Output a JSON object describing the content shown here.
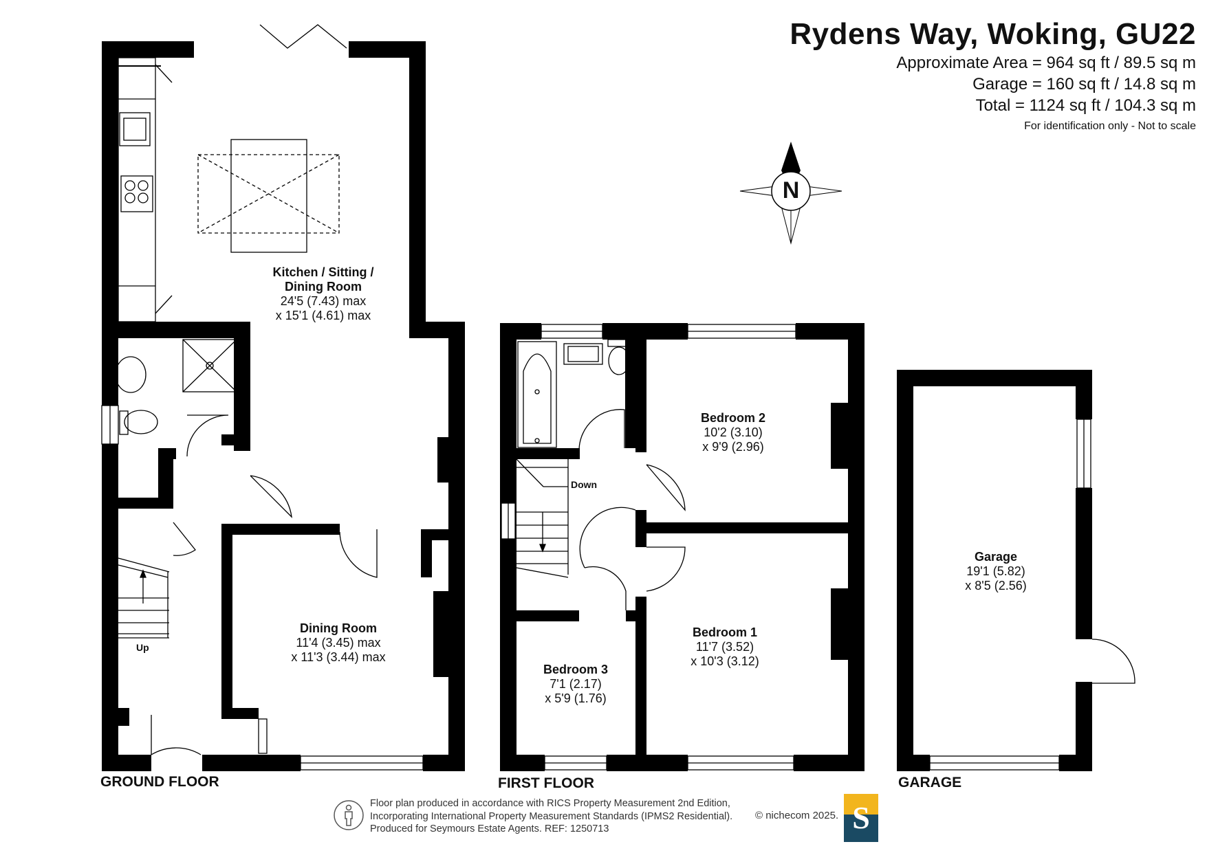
{
  "header": {
    "title": "Rydens Way, Woking, GU22",
    "approx_area": "Approximate Area = 964 sq ft / 89.5 sq m",
    "garage_area": "Garage = 160 sq ft / 14.8 sq m",
    "total_area": "Total = 1124 sq ft / 104.3 sq m",
    "note": "For identification only - Not to scale"
  },
  "compass": {
    "letter": "N"
  },
  "floors": {
    "ground": "GROUND FLOOR",
    "first": "FIRST FLOOR",
    "garage": "GARAGE"
  },
  "rooms": {
    "kitchen": {
      "name1": "Kitchen / Sitting /",
      "name2": "Dining Room",
      "dim1": "24'5 (7.43) max",
      "dim2": "x 15'1 (4.61) max"
    },
    "dining": {
      "name": "Dining Room",
      "dim1": "11'4 (3.45) max",
      "dim2": "x 11'3 (3.44) max"
    },
    "bedroom2": {
      "name": "Bedroom 2",
      "dim1": "10'2 (3.10)",
      "dim2": "x 9'9 (2.96)"
    },
    "bedroom1": {
      "name": "Bedroom 1",
      "dim1": "11'7 (3.52)",
      "dim2": "x 10'3 (3.12)"
    },
    "bedroom3": {
      "name": "Bedroom 3",
      "dim1": "7'1 (2.17)",
      "dim2": "x 5'9 (1.76)"
    },
    "garage": {
      "name": "Garage",
      "dim1": "19'1 (5.82)",
      "dim2": "x 8'5 (2.56)"
    }
  },
  "stairs": {
    "up": "Up",
    "down": "Down"
  },
  "footer": {
    "line1": "Floor plan produced in accordance with RICS Property Measurement 2nd Edition,",
    "line2": "Incorporating International Property Measurement Standards (IPMS2 Residential).",
    "line3": "Produced for Seymours Estate Agents.   REF: 1250713",
    "copyright": "© nichecom 2025.",
    "logo_letter": "S"
  },
  "colors": {
    "wall": "#000000",
    "logo_gold": "#f2b51d",
    "logo_navy": "#1a4a63"
  }
}
